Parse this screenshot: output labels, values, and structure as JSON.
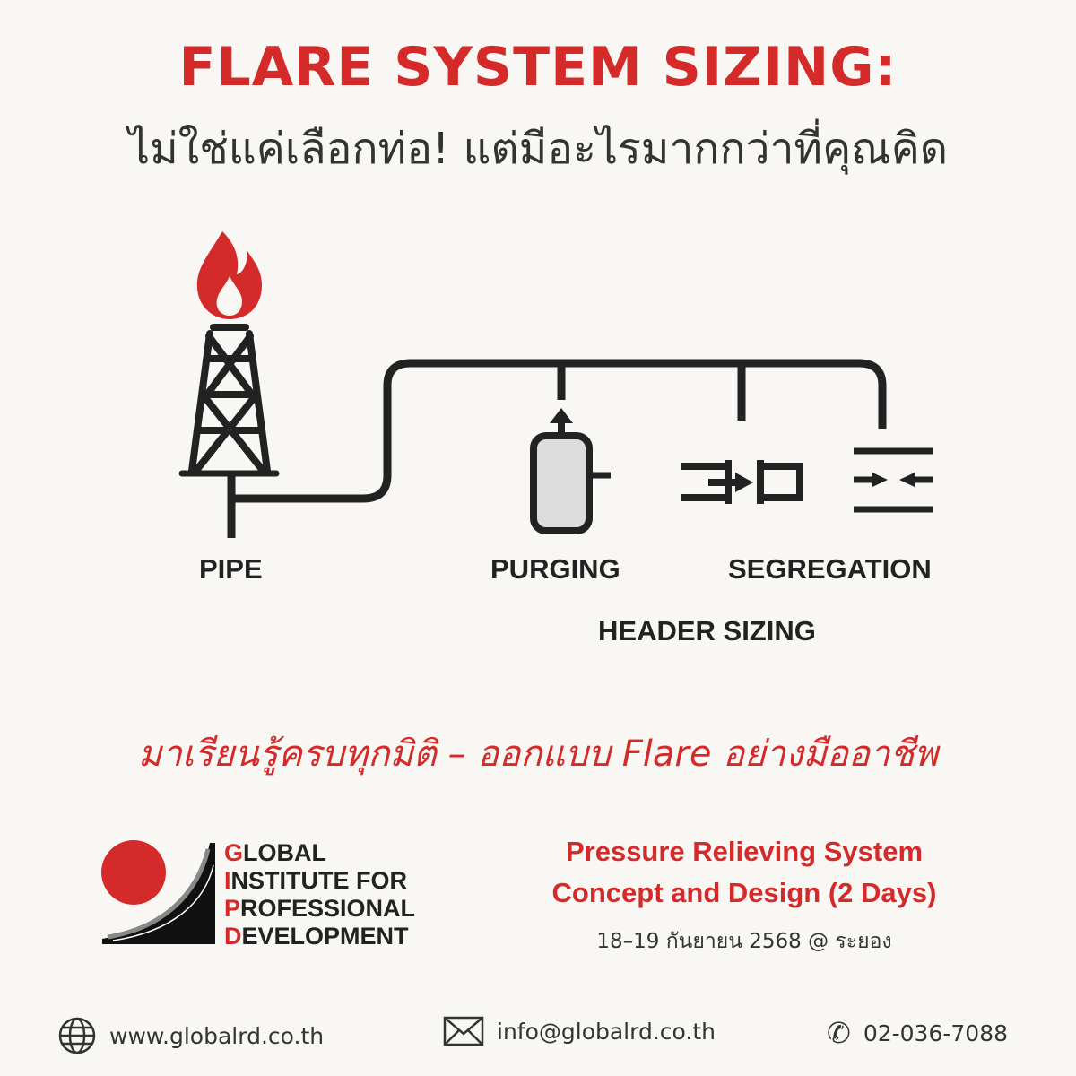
{
  "header": {
    "title": "FLARE SYSTEM SIZING:",
    "subtitle": "ไม่ใช่แค่เลือกท่อ! แต่มีอะไรมากกว่าที่คุณคิด"
  },
  "diagram": {
    "labels": {
      "pipe": "PIPE",
      "purging": "PURGING",
      "segregation": "SEGREGATION",
      "header_sizing": "HEADER SIZING"
    }
  },
  "tagline": "มาเรียนรู้ครบทุกมิติ – ออกแบบ Flare อย่างมืออาชีพ",
  "logo": {
    "lines": [
      {
        "initial": "G",
        "rest": "LOBAL"
      },
      {
        "initial": "I",
        "rest": "NSTITUTE FOR"
      },
      {
        "initial": "P",
        "rest": "ROFESSIONAL"
      },
      {
        "initial": "D",
        "rest": "EVELOPMENT"
      }
    ]
  },
  "course": {
    "line1": "Pressure Relieving System",
    "line2": "Concept and Design (2 Days)",
    "date": "18–19 กันยายน 2568 @ ระยอง"
  },
  "contact": {
    "website": "www.globalrd.co.th",
    "email": "info@globalrd.co.th",
    "phone": "02-036-7088"
  },
  "colors": {
    "accent": "#d42a2a",
    "text": "#2b2b2b",
    "background": "#f8f7f3"
  }
}
